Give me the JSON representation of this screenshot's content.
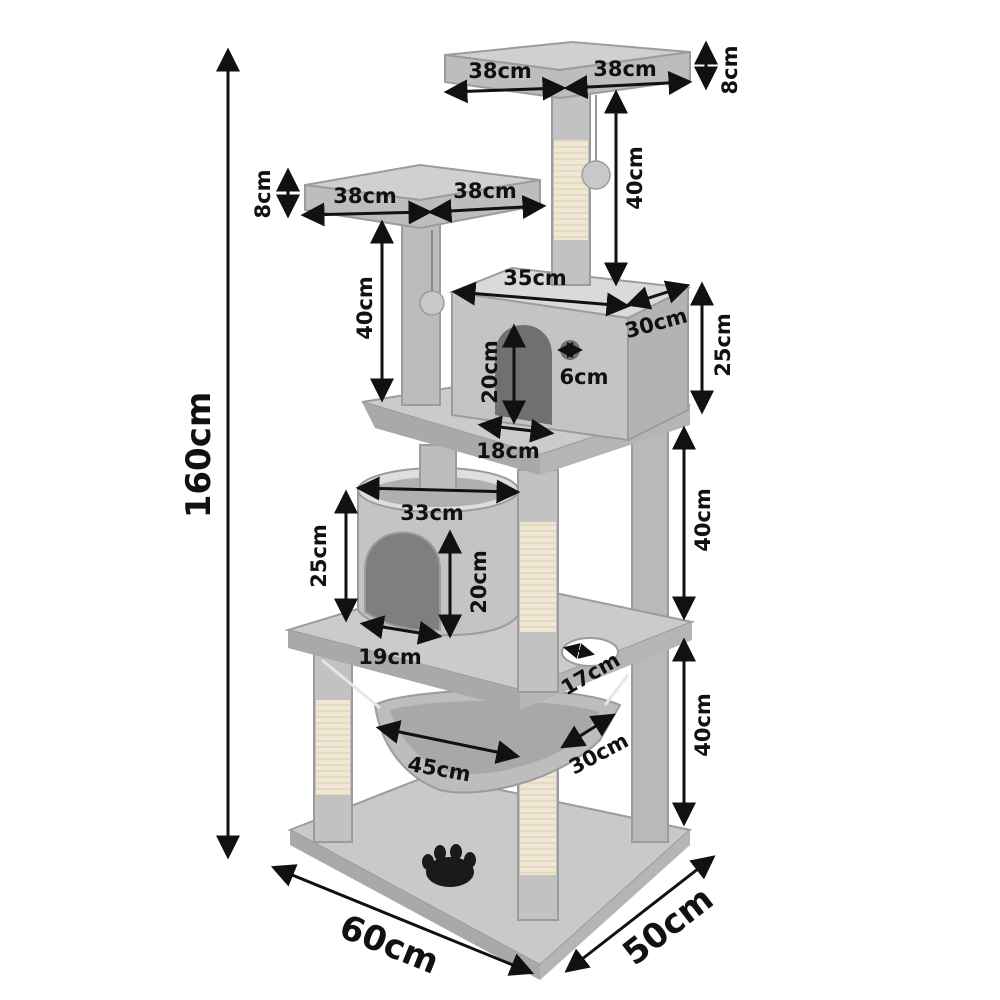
{
  "colors": {
    "plush": "#c9c9c9",
    "plush_dark": "#9c9c9c",
    "plush_light": "#dedede",
    "sisal": "#efe7d3",
    "sisal_line": "#cfc3a6",
    "ink": "#111111",
    "paw": "#1a1a1a"
  },
  "labels": {
    "overall_height": "160cm",
    "base_width": "60cm",
    "base_depth": "50cm",
    "top_perch_left": "38cm",
    "top_perch_right": "38cm",
    "top_perch_height": "8cm",
    "top_post_height": "40cm",
    "mid_perch_left": "38cm",
    "mid_perch_right": "38cm",
    "mid_perch_height": "8cm",
    "mid_post_height": "40cm",
    "condo_width": "35cm",
    "condo_depth": "30cm",
    "condo_height": "25cm",
    "condo_door_height": "20cm",
    "condo_door_width": "18cm",
    "condo_hole": "6cm",
    "right_upper_post": "40cm",
    "right_lower_post": "40cm",
    "barrel_width": "33cm",
    "barrel_height": "25cm",
    "barrel_door_height": "20cm",
    "barrel_door_width": "19cm",
    "platform_hole": "17cm",
    "hammock_width": "45cm",
    "hammock_depth": "30cm"
  }
}
